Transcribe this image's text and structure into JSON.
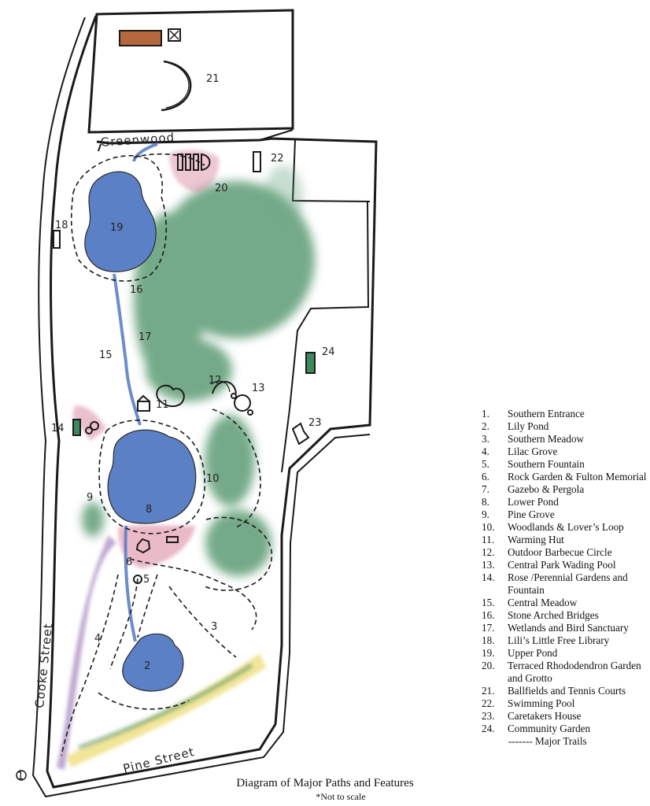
{
  "map": {
    "streets": {
      "greenwood": "Greenwood",
      "cooke": "Cooke Street",
      "pine": "Pine Street"
    },
    "feature_numbers": [
      "1",
      "2",
      "3",
      "4",
      "5",
      "6",
      "7",
      "8",
      "9",
      "10",
      "11",
      "12",
      "13",
      "14",
      "15",
      "16",
      "17",
      "18",
      "19",
      "20",
      "21",
      "22",
      "23",
      "24"
    ],
    "colors": {
      "water": "#5c80c6",
      "woodland": "#3f8a5c",
      "flowers_pink": "#d8829b",
      "flowers_purple": "#9670b4",
      "flowers_yellow": "#e5cf45",
      "building_orange": "#b5683e",
      "ink": "#1a1a1a"
    }
  },
  "legend": {
    "items": [
      {
        "num": "1.",
        "label": "Southern Entrance"
      },
      {
        "num": "2.",
        "label": "Lily Pond"
      },
      {
        "num": "3.",
        "label": "Southern Meadow"
      },
      {
        "num": "4.",
        "label": "Lilac Grove"
      },
      {
        "num": "5.",
        "label": "Southern Fountain"
      },
      {
        "num": "6.",
        "label": "Rock Garden & Fulton Memorial"
      },
      {
        "num": "7.",
        "label": "Gazebo & Pergola"
      },
      {
        "num": "8.",
        "label": "Lower Pond"
      },
      {
        "num": "9.",
        "label": "Pine Grove"
      },
      {
        "num": "10.",
        "label": "Woodlands & Lover’s Loop"
      },
      {
        "num": "11.",
        "label": "Warming Hut"
      },
      {
        "num": "12.",
        "label": "Outdoor Barbecue Circle"
      },
      {
        "num": "13.",
        "label": "Central Park Wading Pool"
      },
      {
        "num": "14.",
        "label": "Rose /Perennial Gardens and Fountain"
      },
      {
        "num": "15.",
        "label": "Central Meadow"
      },
      {
        "num": "16.",
        "label": "Stone Arched Bridges"
      },
      {
        "num": "17.",
        "label": "Wetlands and Bird Sanctuary"
      },
      {
        "num": "18.",
        "label": "Lili’s Little Free Library"
      },
      {
        "num": "19.",
        "label": "Upper Pond"
      },
      {
        "num": "20.",
        "label": "Terraced Rhododendron Garden and Grotto"
      },
      {
        "num": "21.",
        "label": "Ballfields and Tennis Courts"
      },
      {
        "num": "22.",
        "label": "Swimming Pool"
      },
      {
        "num": "23.",
        "label": "Caretakers House"
      },
      {
        "num": "24.",
        "label": "Community Garden"
      }
    ],
    "trails_label": "------- Major Trails"
  },
  "caption": {
    "title": "Diagram of Major Paths and Features",
    "note": "*Not to scale"
  }
}
